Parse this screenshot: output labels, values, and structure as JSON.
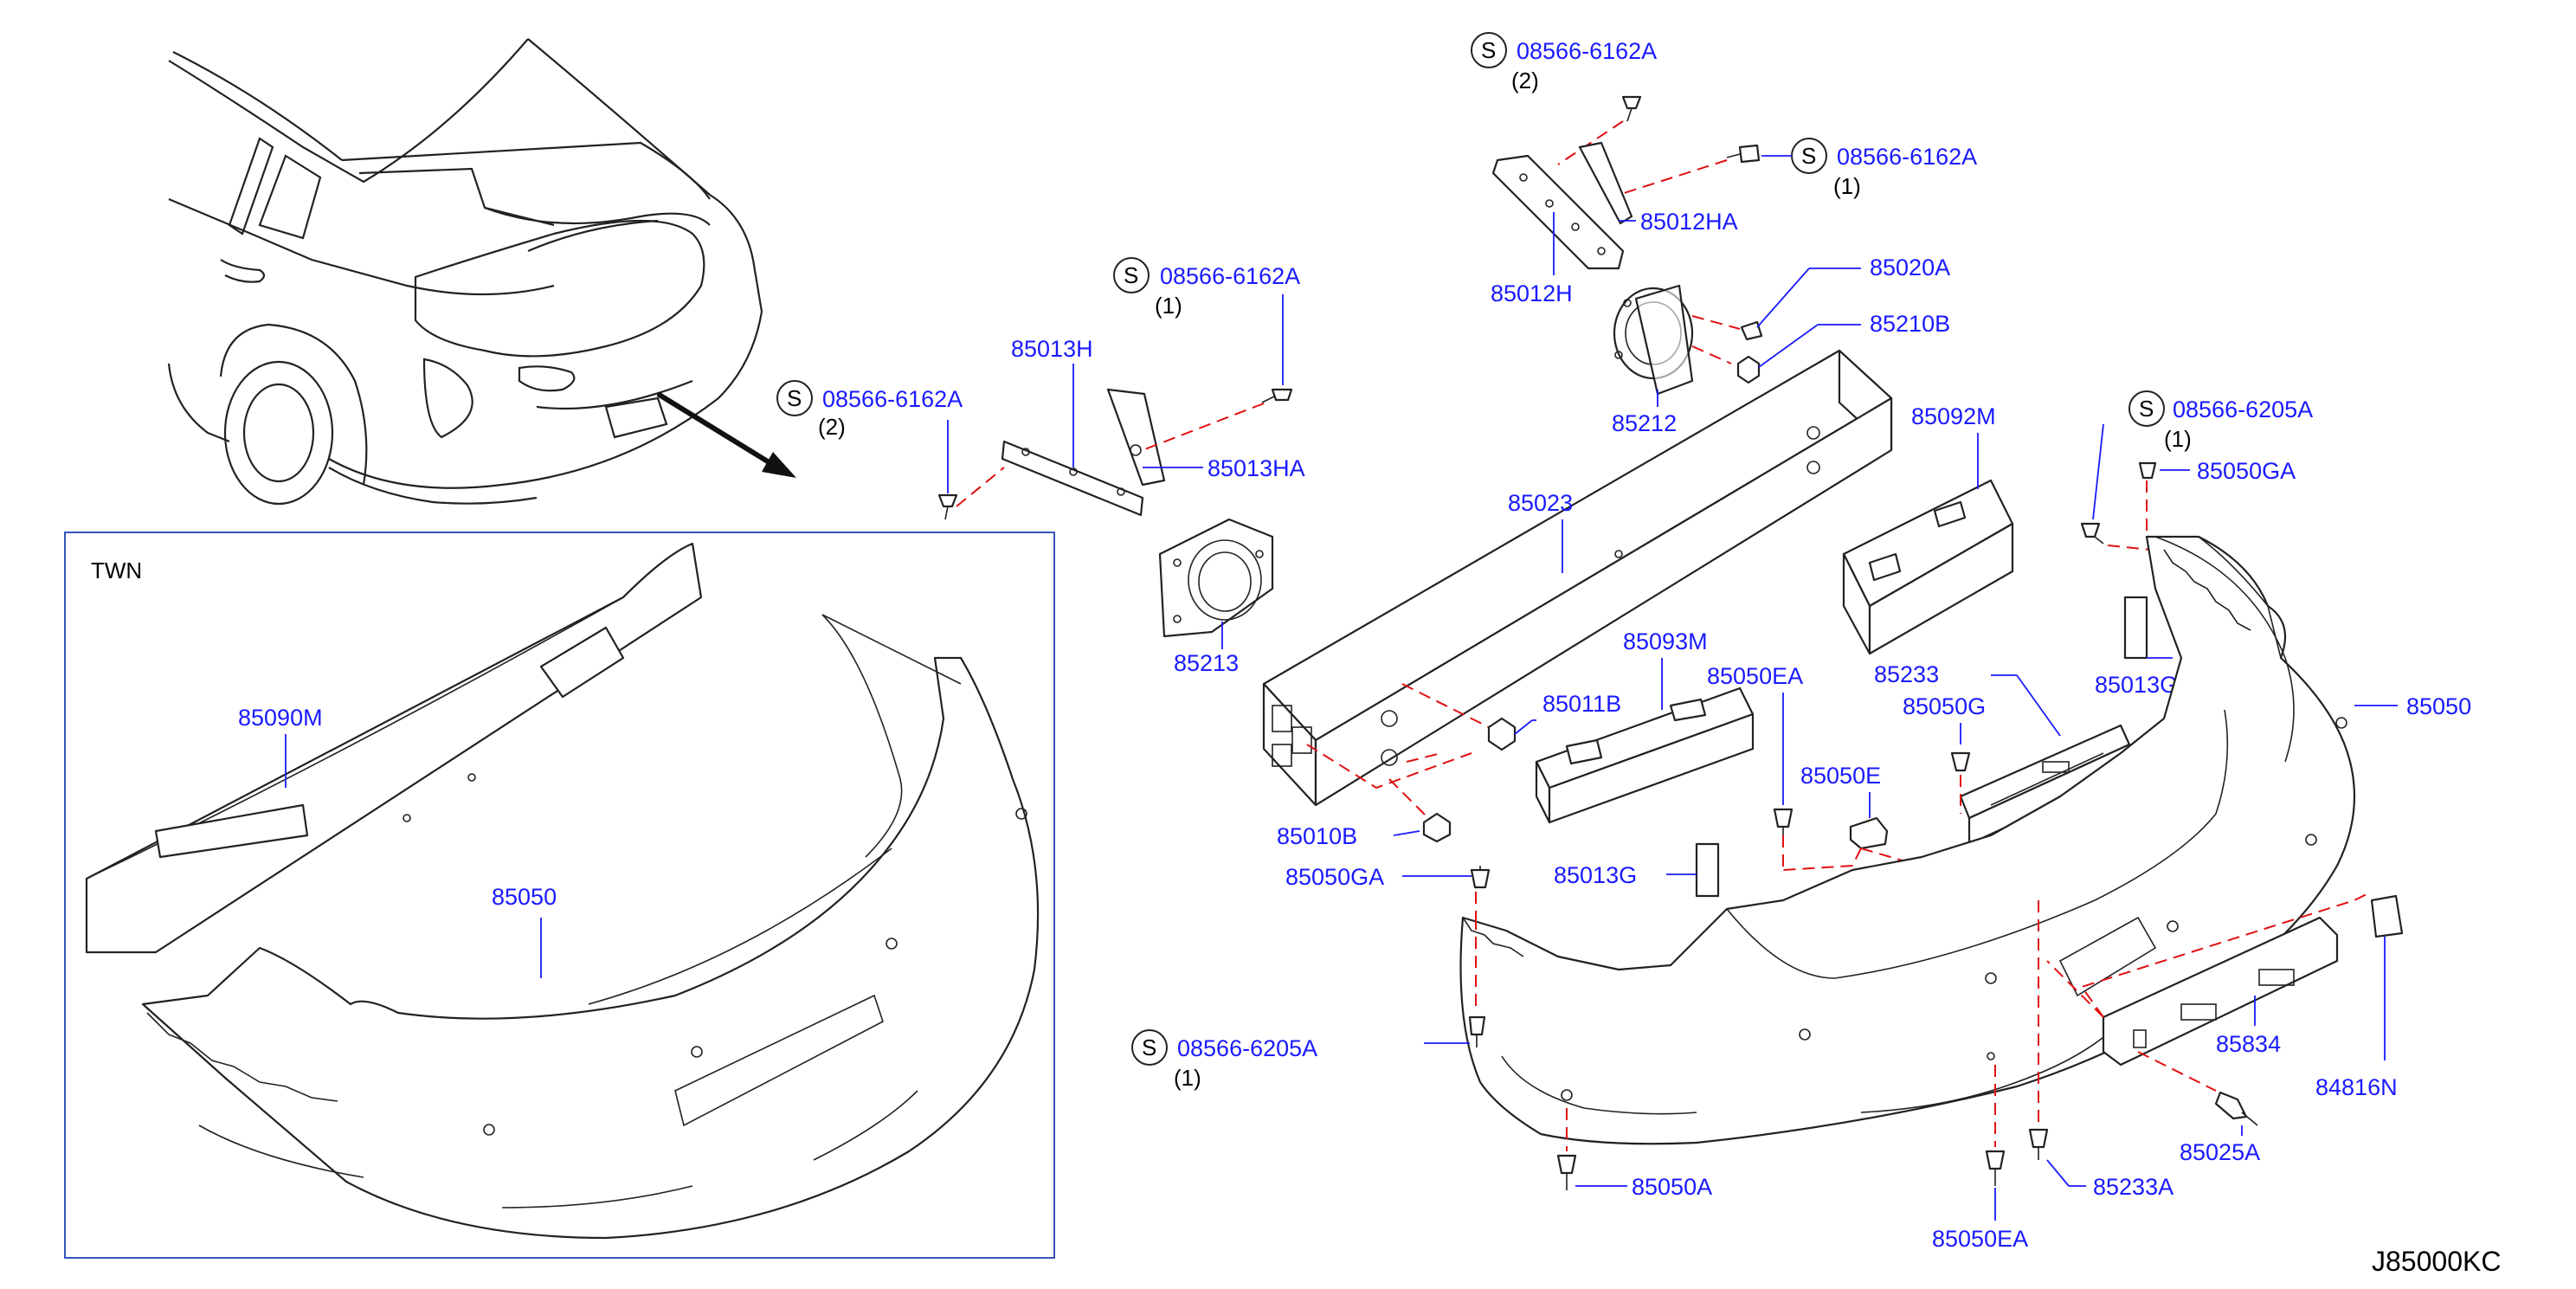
{
  "diagram_code": "J85000KC",
  "inset_label": "TWN",
  "symbols": {
    "screw_symbol": "S"
  },
  "colors": {
    "part_label": "#1a1aff",
    "leader": "#1a1aff",
    "dashed_line": "#e01010",
    "inset_frame": "#3355bb"
  },
  "parts": {
    "p85050GA_top": "85050GA",
    "p85013H": "85013H",
    "p85013HA": "85013HA",
    "p85213": "85213",
    "p85012H": "85012H",
    "p85012HA": "85012HA",
    "p85020A": "85020A",
    "p85210B": "85210B",
    "p85212": "85212",
    "p85023": "85023",
    "p85092M": "85092M",
    "p85093M": "85093M",
    "p85011B": "85011B",
    "p85010B": "85010B",
    "p85050GA_left": "85050GA",
    "p85013G_left": "85013G",
    "p85050EA_top": "85050EA",
    "p85050E": "85050E",
    "p85233": "85233",
    "p85050G": "85050G",
    "p85013G_right": "85013G",
    "p85050_right": "85050",
    "p85834": "85834",
    "p84816N": "84816N",
    "p85025A": "85025A",
    "p85233A": "85233A",
    "p85050EA_bottom": "85050EA",
    "p85050A": "85050A",
    "p85090M": "85090M",
    "p85050_inset": "85050"
  },
  "screws": {
    "s1": {
      "code": "08566-6162A",
      "qty": "(2)"
    },
    "s2": {
      "code": "08566-6162A",
      "qty": "(1)"
    },
    "s3": {
      "code": "08566-6162A",
      "qty": "(1)"
    },
    "s4": {
      "code": "08566-6162A",
      "qty": "(2)"
    },
    "s5": {
      "code": "08566-6205A",
      "qty": "(1)"
    },
    "s6": {
      "code": "08566-6205A",
      "qty": "(1)"
    }
  }
}
